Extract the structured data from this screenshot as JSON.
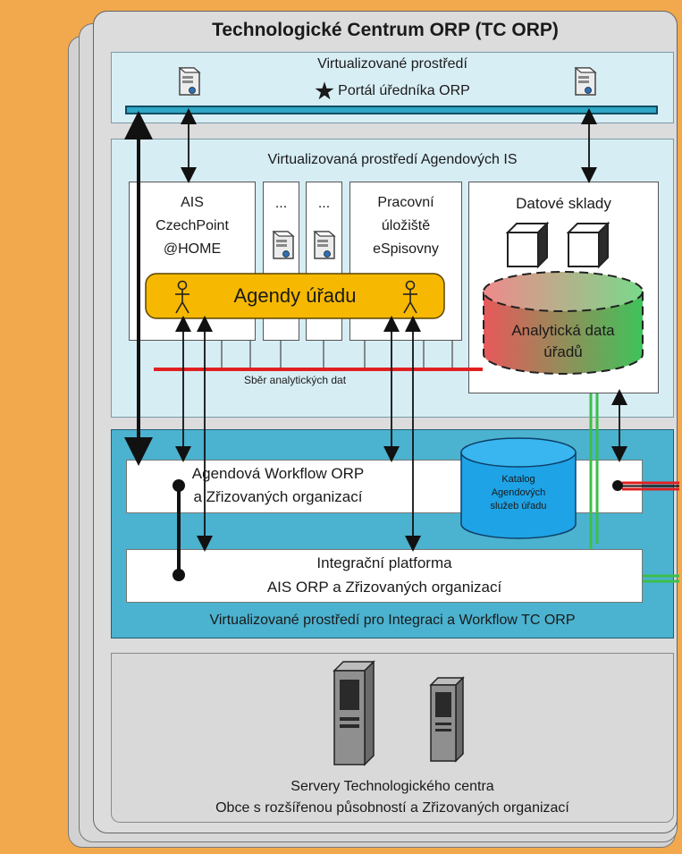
{
  "title": "Technologické Centrum ORP (TC ORP)",
  "portal": {
    "label": "Virtualizované prostředí",
    "sublabel": "Portál úředníka ORP"
  },
  "agendove_is": {
    "label": "Virtualizovaná prostředí Agendových IS",
    "ais": [
      "AIS",
      "CzechPoint",
      "@HOME"
    ],
    "dots": [
      "...",
      "..."
    ],
    "pracovni": [
      "Pracovní",
      "úložiště",
      "eSpisovny"
    ],
    "agendy": "Agendy úřadu",
    "datove_sklady": "Datové sklady",
    "analyticka": [
      "Analytická data",
      "úřadů"
    ],
    "sber": "Sběr analytických dat"
  },
  "workflow": {
    "agendova": [
      "Agendová Workflow ORP",
      "a Zřizovaných organizací"
    ],
    "katalog": [
      "Katalog",
      "Agendových",
      "služeb úřadu"
    ],
    "integracni": [
      "Integrační platforma",
      "AIS ORP a Zřizovaných organizací"
    ],
    "label": "Virtualizované prostředí pro Integraci a Workflow TC ORP"
  },
  "servery": [
    "Servery Technologického centra",
    "Obce s rozšířenou působností a Zřizovaných organizací"
  ],
  "colors": {
    "background": "#f2a94e",
    "outer_frame": "#dadada",
    "portal_bg": "#d8eef5",
    "agendove_bg": "#d6edf4",
    "workflow_bg": "#4bb2cf",
    "agendy_fill": "#f6b800",
    "katalog_fill": "#1ea3e6",
    "red_line": "#e02020",
    "green_line": "#3cbf4a"
  }
}
